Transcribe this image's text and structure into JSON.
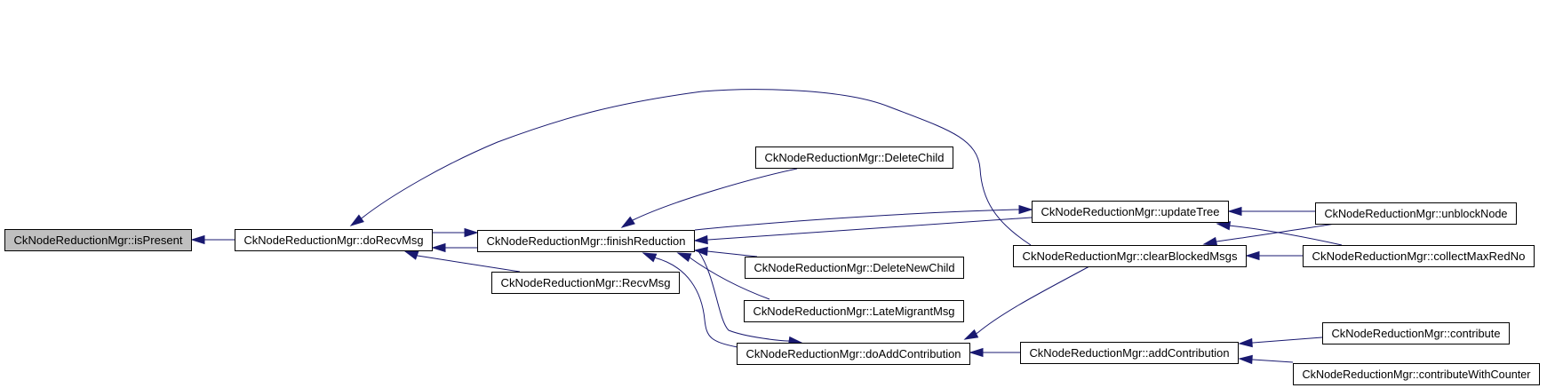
{
  "diagram": {
    "type": "call-graph",
    "edge_color": "#191970",
    "focus_fill": "#bfbfbf",
    "node_fill": "#ffffff",
    "nodes": [
      {
        "id": "isPresent",
        "label": "CkNodeReductionMgr::isPresent",
        "focus": true
      },
      {
        "id": "doRecvMsg",
        "label": "CkNodeReductionMgr::doRecvMsg"
      },
      {
        "id": "finishReduction",
        "label": "CkNodeReductionMgr::finishReduction"
      },
      {
        "id": "RecvMsg",
        "label": "CkNodeReductionMgr::RecvMsg"
      },
      {
        "id": "DeleteChild",
        "label": "CkNodeReductionMgr::DeleteChild"
      },
      {
        "id": "DeleteNewChild",
        "label": "CkNodeReductionMgr::DeleteNewChild"
      },
      {
        "id": "LateMigrantMsg",
        "label": "CkNodeReductionMgr::LateMigrantMsg"
      },
      {
        "id": "doAddContribution",
        "label": "CkNodeReductionMgr::doAddContribution"
      },
      {
        "id": "updateTree",
        "label": "CkNodeReductionMgr::updateTree"
      },
      {
        "id": "clearBlockedMsgs",
        "label": "CkNodeReductionMgr::clearBlockedMsgs"
      },
      {
        "id": "addContribution",
        "label": "CkNodeReductionMgr::addContribution"
      },
      {
        "id": "unblockNode",
        "label": "CkNodeReductionMgr::unblockNode"
      },
      {
        "id": "collectMaxRedNo",
        "label": "CkNodeReductionMgr::collectMaxRedNo"
      },
      {
        "id": "contribute",
        "label": "CkNodeReductionMgr::contribute"
      },
      {
        "id": "contributeWithCounter",
        "label": "CkNodeReductionMgr::contributeWithCounter"
      }
    ],
    "edges": [
      {
        "from": "doRecvMsg",
        "to": "isPresent"
      },
      {
        "from": "finishReduction",
        "to": "doRecvMsg"
      },
      {
        "from": "doRecvMsg",
        "to": "finishReduction"
      },
      {
        "from": "RecvMsg",
        "to": "doRecvMsg"
      },
      {
        "from": "clearBlockedMsgs",
        "to": "doRecvMsg"
      },
      {
        "from": "DeleteChild",
        "to": "finishReduction"
      },
      {
        "from": "updateTree",
        "to": "finishReduction"
      },
      {
        "from": "finishReduction",
        "to": "updateTree"
      },
      {
        "from": "DeleteNewChild",
        "to": "finishReduction"
      },
      {
        "from": "LateMigrantMsg",
        "to": "finishReduction"
      },
      {
        "from": "doAddContribution",
        "to": "finishReduction"
      },
      {
        "from": "finishReduction",
        "to": "doAddContribution"
      },
      {
        "from": "clearBlockedMsgs",
        "to": "doAddContribution"
      },
      {
        "from": "addContribution",
        "to": "doAddContribution"
      },
      {
        "from": "unblockNode",
        "to": "updateTree"
      },
      {
        "from": "collectMaxRedNo",
        "to": "updateTree"
      },
      {
        "from": "unblockNode",
        "to": "clearBlockedMsgs"
      },
      {
        "from": "collectMaxRedNo",
        "to": "clearBlockedMsgs"
      },
      {
        "from": "contribute",
        "to": "addContribution"
      },
      {
        "from": "contributeWithCounter",
        "to": "addContribution"
      }
    ]
  }
}
